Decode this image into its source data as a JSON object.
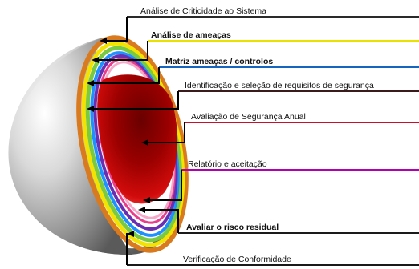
{
  "labels": [
    {
      "text": "Análise de Criticidade ao Sistema",
      "bold": false,
      "color": "#2a2a2a"
    },
    {
      "text": "Análise de ameaças",
      "bold": true,
      "color": "#e9e200"
    },
    {
      "text": "Matriz ameaças / controlos",
      "bold": true,
      "color": "#1565c0"
    },
    {
      "text": "Identificação e seleção de requisitos de segurança",
      "bold": false,
      "color": "#3a1a1a"
    },
    {
      "text": "Avaliação de Segurança Anual",
      "bold": false,
      "color": "#c8102e"
    },
    {
      "text": "Relatório e aceitação",
      "bold": false,
      "color": "#b000b0"
    },
    {
      "text": "Avaliar o risco residual",
      "bold": true,
      "color": "#1a1a1a"
    },
    {
      "text": "Verificação de Conformidade",
      "bold": false,
      "color": "#1a1a1a"
    }
  ],
  "layer_colors": [
    "#d97a1e",
    "#f3e300",
    "#7ac943",
    "#1e90ff",
    "#6a2fb0",
    "#e83e8c",
    "#f6a8c8"
  ]
}
